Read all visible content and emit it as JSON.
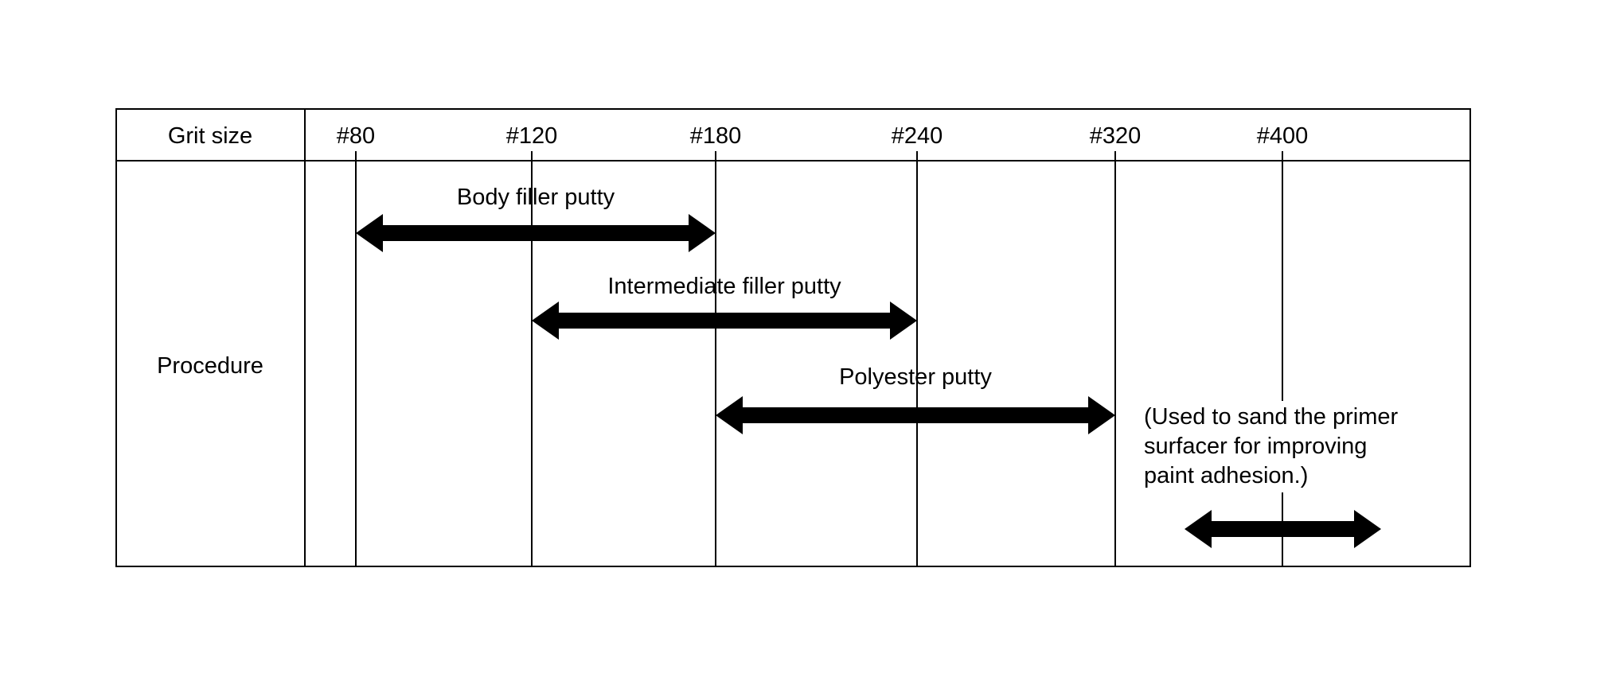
{
  "table": {
    "header_label": "Grit size",
    "row_label": "Procedure"
  },
  "chart_data": {
    "type": "range-bar",
    "title": "",
    "xlabel": "Grit size",
    "x_ticks": [
      "#80",
      "#120",
      "#180",
      "#240",
      "#320",
      "#400"
    ],
    "grid": true,
    "legend": "none",
    "rows": [
      {
        "label": "Body filler putty",
        "from": "#80",
        "to": "#180"
      },
      {
        "label": "Intermediate filler putty",
        "from": "#120",
        "to": "#240"
      },
      {
        "label": "Polyester putty",
        "from": "#180",
        "to": "#320"
      },
      {
        "label": "",
        "from": "",
        "to": "",
        "centered_on": "#400",
        "note_lines": [
          "(Used to sand the primer",
          "surfacer for improving",
          "paint adhesion.)"
        ]
      }
    ],
    "colors": {
      "ink": "#000000",
      "background": "#ffffff"
    }
  }
}
